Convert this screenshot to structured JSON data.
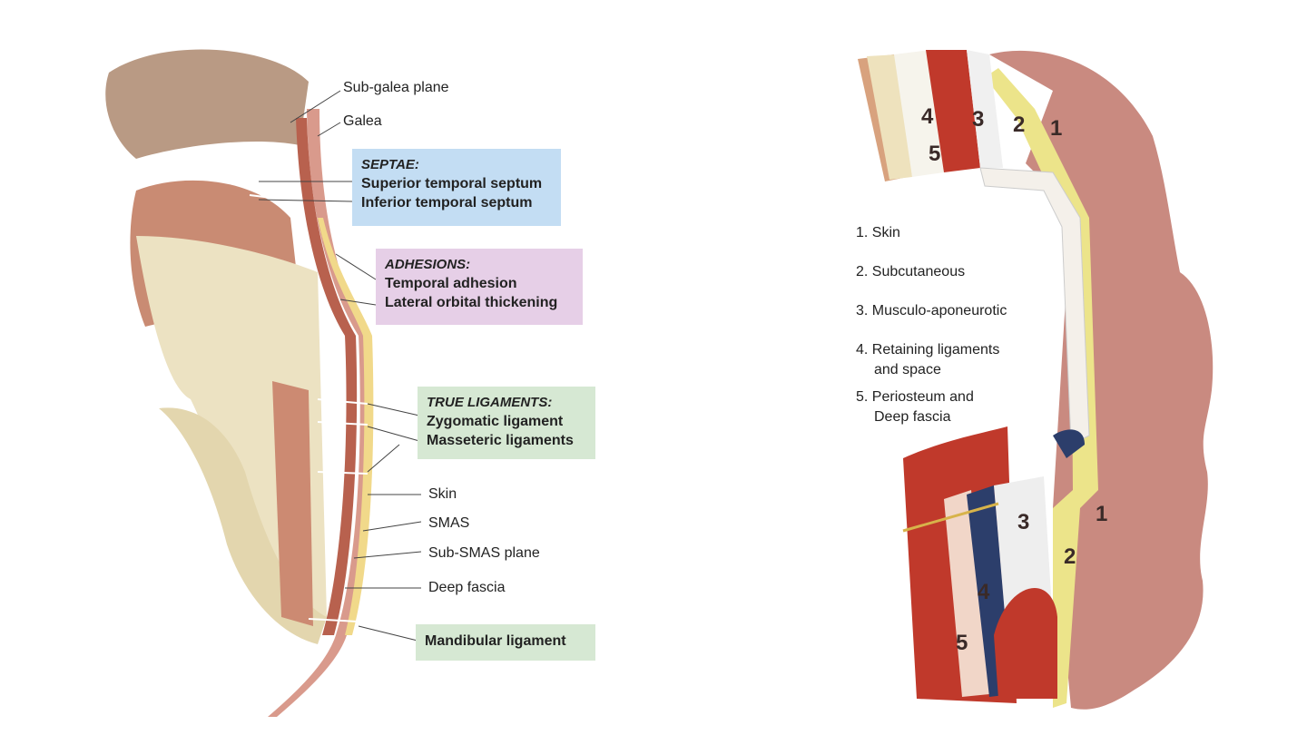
{
  "left_figure": {
    "labels": {
      "subgalea": "Sub-galea plane",
      "galea": "Galea",
      "skin": "Skin",
      "smas": "SMAS",
      "subsmas": "Sub-SMAS plane",
      "deepfascia": "Deep fascia"
    },
    "boxes": {
      "septae": {
        "heading": "SEPTAE:",
        "items": [
          "Superior temporal septum",
          "Inferior temporal septum"
        ],
        "color": "#c3ddf3"
      },
      "adhesions": {
        "heading": "ADHESIONS:",
        "items": [
          "Temporal adhesion",
          "Lateral orbital thickening"
        ],
        "color": "#e6cfe7"
      },
      "ligaments": {
        "heading": "TRUE LIGAMENTS:",
        "items": [
          "Zygomatic ligament",
          "Masseteric ligaments"
        ],
        "color": "#d6e8d3"
      },
      "mandibular": {
        "label": "Mandibular ligament",
        "color": "#d6e8d3"
      }
    }
  },
  "right_figure": {
    "legend": [
      "1. Skin",
      "2. Subcutaneous",
      "3. Musculo-aponeurotic",
      "4. Retaining ligaments",
      "and space",
      "5. Periosteum and",
      "Deep fascia"
    ],
    "layer_numbers": [
      "1",
      "2",
      "3",
      "4",
      "5"
    ]
  }
}
